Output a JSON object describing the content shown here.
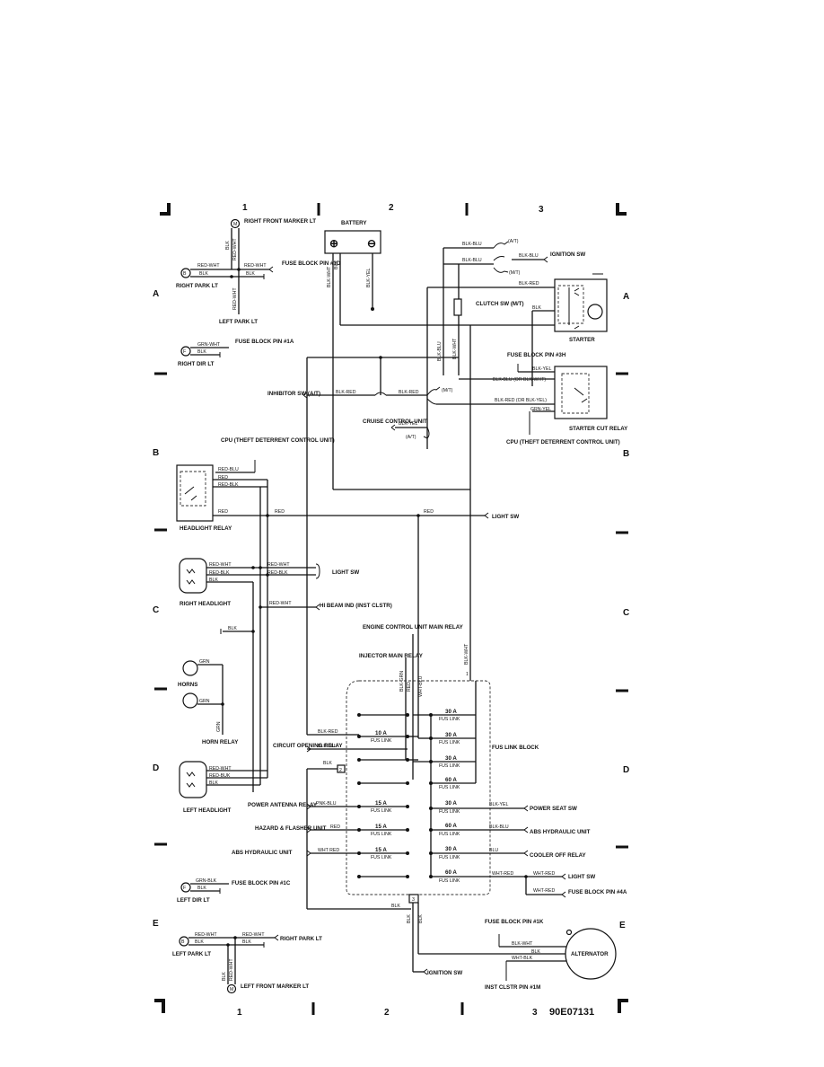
{
  "zones": {
    "columns": [
      "1",
      "2",
      "3"
    ],
    "rows": [
      "A",
      "B",
      "C",
      "D",
      "E"
    ]
  },
  "drawing_id": "90E07131",
  "components": {
    "right_front_marker": "RIGHT FRONT MARKER LT",
    "fuse_block_pin_1d": "FUSE BLOCK PIN #1D",
    "right_park_lt": "RIGHT PARK LT",
    "left_park_lt": "LEFT PARK LT",
    "right_dir_lt": "RIGHT DIR LT",
    "fuse_block_pin_1a": "FUSE BLOCK PIN #1A",
    "battery": "BATTERY",
    "inhibitor_sw": "INHIBITOR SW (A/T)",
    "cruise_control": "CRUISE CONTROL UNIT",
    "ignition_sw_top": "IGNITION SW",
    "clutch_sw": "CLUTCH SW (M/T)",
    "starter": "STARTER",
    "fuse_block_pin_3h": "FUSE BLOCK PIN #3H",
    "starter_cut_relay": "STARTER CUT RELAY",
    "cpu_starter": "CPU (THEFT DETERRENT CONTROL UNIT)",
    "cpu_headlight": "CPU (THEFT DETERRENT CONTROL UNIT)",
    "headlight_relay": "HEADLIGHT RELAY",
    "light_sw_1": "LIGHT SW",
    "light_sw_2": "LIGHT SW",
    "right_headlight": "RIGHT HEADLIGHT",
    "hi_beam_ind": "HI BEAM IND (INST CLSTR)",
    "horns": "HORNS",
    "horn_relay": "HORN RELAY",
    "engine_control_relay": "ENGINE CONTROL UNIT MAIN RELAY",
    "injector_relay": "INJECTOR MAIN RELAY",
    "circuit_opening_relay": "CIRCUIT OPENING RELAY",
    "left_headlight": "LEFT HEADLIGHT",
    "power_antenna": "POWER ANTENNA RELAY",
    "hazard_flasher": "HAZARD & FLASHER UNIT",
    "abs_hydraulic_left": "ABS HYDRAULIC UNIT",
    "fus_link_block": "FUS LINK BLOCK",
    "power_seat_sw": "POWER SEAT SW",
    "abs_hydraulic_right": "ABS HYDRAULIC UNIT",
    "cooler_off_relay": "COOLER OFF RELAY",
    "light_sw_3": "LIGHT SW",
    "fuse_block_pin_4a": "FUSE BLOCK PIN #4A",
    "left_dir_lt": "LEFT DIR LT",
    "fuse_block_pin_1c": "FUSE BLOCK PIN #1C",
    "left_park_lt_e": "LEFT PARK LT",
    "right_park_lt_e": "RIGHT PARK LT",
    "left_front_marker": "LEFT FRONT MARKER LT",
    "ignition_sw_bottom": "IGNITION SW",
    "fuse_block_pin_1k": "FUSE BLOCK PIN #1K",
    "alternator": "ALTERNATOR",
    "inst_clstr_pin_1m": "INST CLSTR PIN #1M"
  },
  "wires": {
    "blk": "BLK",
    "red": "RED",
    "red_wht": "RED-WHT",
    "red_blk": "RED-BLK",
    "red_blu": "RED-BLU",
    "grn": "GRN",
    "grn_wht": "GRN-WHT",
    "grn_blk": "GRN-BLK",
    "grn_yel": "GRN-YEL",
    "blk_wht": "BLK-WHT",
    "blk_yel": "BLK-YEL",
    "blk_blu": "BLK-BLU",
    "blk_red": "BLK-RED",
    "blk_grn": "BLK-GRN",
    "wht_blu": "WHT-BLU",
    "wht_red": "WHT-RED",
    "wht_red_sp": "WHT RED",
    "wht_blk": "WHT-BLK",
    "pnk_blu": "PNK-BLU",
    "blu": "BLU",
    "red_buk": "RED-BUK",
    "blk_blu_or": "BLK-BLU (OR BLK-WHT)",
    "blk_red_or": "BLK-RED (OR BLK-YEL)",
    "at": "(A/T)",
    "mt": "(M/T)",
    "mt_short": "M/T"
  },
  "fusible_links": [
    {
      "rating": "30 A",
      "label": "FUS LINK"
    },
    {
      "rating": "10 A",
      "label": "FUS LINK"
    },
    {
      "rating": "30 A",
      "label": "FUS LINK"
    },
    {
      "rating": "30 A",
      "label": "FUS LINK"
    },
    {
      "rating": "60 A",
      "label": "FUS LINK"
    },
    {
      "rating": "15 A",
      "label": "FUS LINK"
    },
    {
      "rating": "30 A",
      "label": "FUS LINK"
    },
    {
      "rating": "15 A",
      "label": "FUS LINK"
    },
    {
      "rating": "60 A",
      "label": "FUS LINK"
    },
    {
      "rating": "15 A",
      "label": "FUS LINK"
    },
    {
      "rating": "30 A",
      "label": "FUS LINK"
    },
    {
      "rating": "60 A",
      "label": "FUS LINK"
    }
  ],
  "pins": {
    "p1": "1",
    "p2": "2",
    "p3": "3"
  }
}
